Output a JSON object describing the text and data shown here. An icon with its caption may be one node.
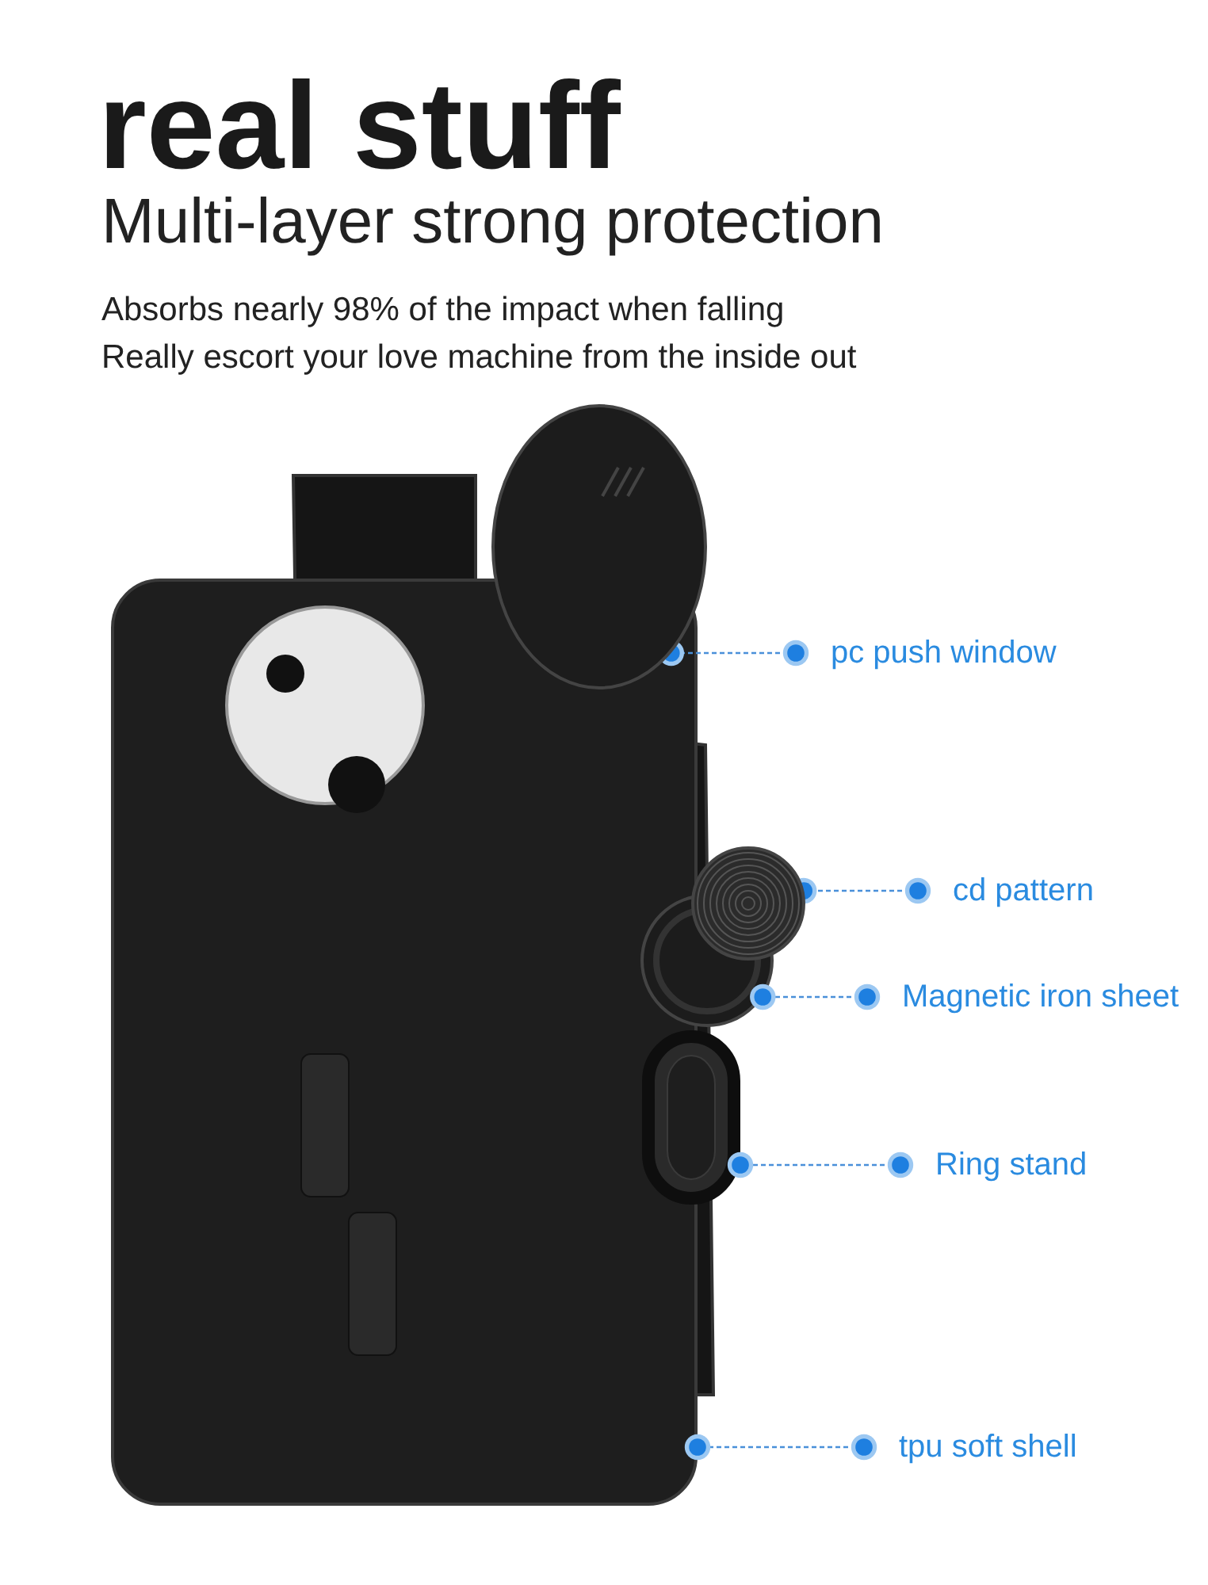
{
  "diagram": {
    "title": "real stuff",
    "nodes": [
      {
        "text": [],
        "shape": "circle"
      },
      {
        "text": [
          "pc push window"
        ]
      },
      {
        "text": [],
        "shape": "circle"
      },
      {
        "text": [
          "cd pattern"
        ]
      },
      {
        "text": [],
        "shape": "circle"
      },
      {
        "text": [
          "Magnetic iron sheet"
        ]
      },
      {
        "text": [],
        "shape": "box"
      },
      {
        "text": [
          "Ring stand"
        ]
      },
      {
        "text": [],
        "shape": "box"
      },
      {
        "text": [
          "tpu soft shell"
        ]
      }
    ],
    "edges": [
      {
        "from": 1,
        "to": 0,
        "arrow": "other"
      },
      {
        "from": 3,
        "to": 2,
        "arrow": "other"
      },
      {
        "from": 5,
        "to": 4,
        "arrow": "other"
      },
      {
        "from": 7,
        "to": 6,
        "arrow": "other"
      },
      {
        "from": 9,
        "to": 8,
        "arrow": "other"
      }
    ],
    "labels": [
      "Multi-layer strong protection",
      "Absorbs nearly 98% of the impact when falling",
      "Really escort your love machine from the inside out"
    ]
  }
}
